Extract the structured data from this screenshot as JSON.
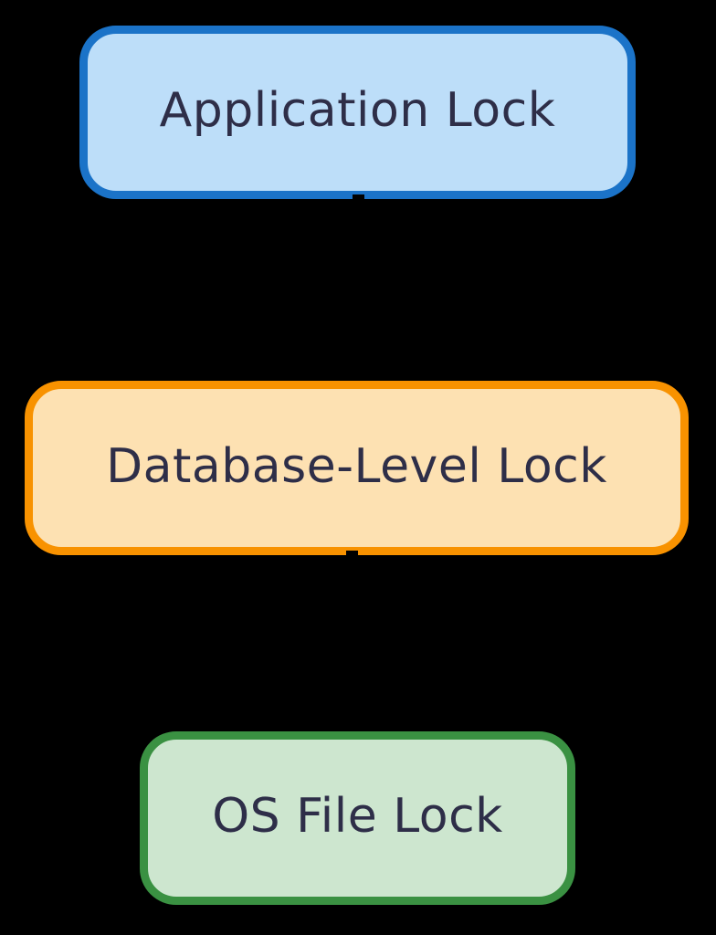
{
  "diagram": {
    "background_color": "#000000",
    "text_color": "#2e2e48",
    "nodes": [
      {
        "id": "application-lock",
        "label": "Application Lock",
        "fill_color": "#bddef9",
        "border_color": "#1b73c8"
      },
      {
        "id": "database-level-lock",
        "label": "Database-Level Lock",
        "fill_color": "#fde1b2",
        "border_color": "#f89200"
      },
      {
        "id": "os-file-lock",
        "label": "OS File Lock",
        "fill_color": "#cde6cf",
        "border_color": "#3a9142"
      }
    ],
    "connectors": [
      {
        "from": "application-lock",
        "to": "database-level-lock",
        "color": "#000000"
      },
      {
        "from": "database-level-lock",
        "to": "os-file-lock",
        "color": "#000000"
      }
    ]
  }
}
